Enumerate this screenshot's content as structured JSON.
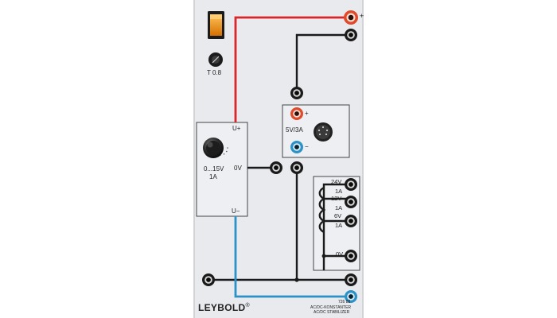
{
  "module": {
    "brand": "LEYBOLD",
    "registered_mark": "®",
    "part_number": "726 88",
    "name_de": "AC/DC-KONSTANTER",
    "name_en": "AC/DC STABILIZER"
  },
  "fuse": {
    "rating": "T 0.8"
  },
  "regulator": {
    "out_plus": "U+",
    "out_minus": "U−",
    "zero": "0V",
    "range": "0...15V",
    "current": "1A"
  },
  "fixed_supply": {
    "plus": "+",
    "minus": "−",
    "rating": "5V/3A"
  },
  "transformer": {
    "tap_24v": "24V",
    "tap_24v_current": "1A",
    "tap_12v": "12V",
    "tap_12v_current": "1A",
    "tap_6v": "6V",
    "tap_6v_current": "1A",
    "tap_0v": "0V"
  },
  "top_output": {
    "plus": "+"
  },
  "colors": {
    "panel": "#e9eaee",
    "red_wire": "#d8262b",
    "blue_wire": "#2b92c8",
    "black_wire": "#1a1a1a",
    "switch": "#f29a12"
  }
}
